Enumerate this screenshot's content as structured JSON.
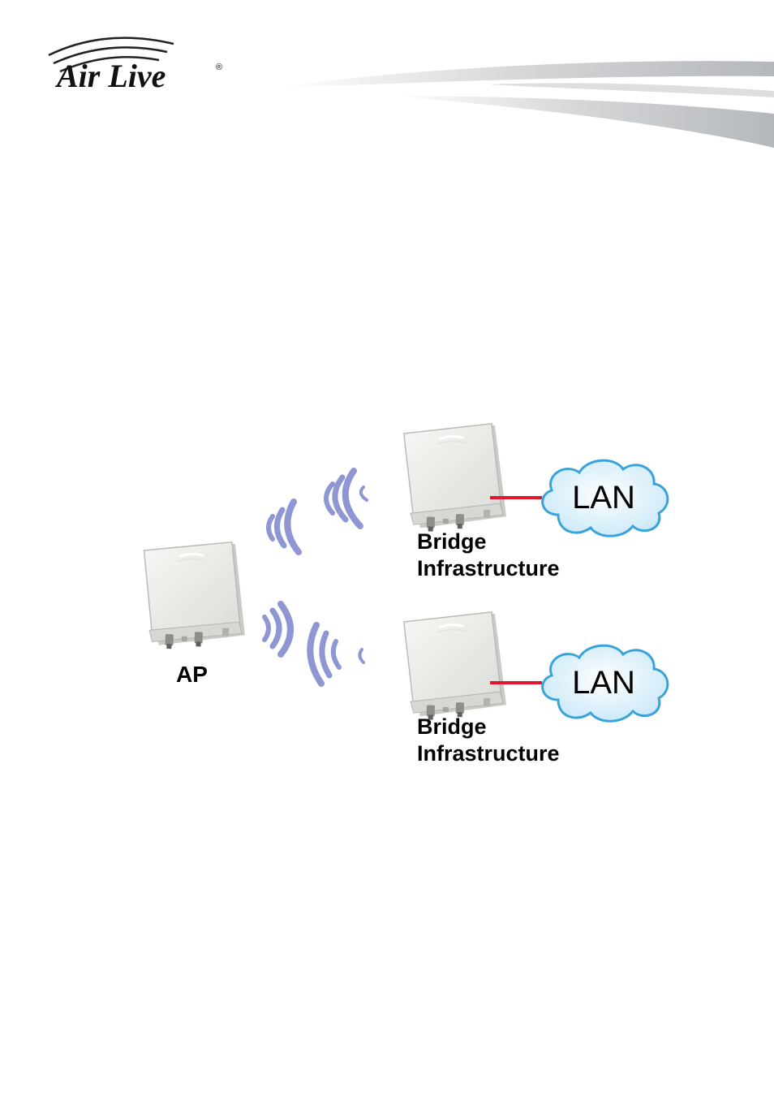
{
  "brand": {
    "logo_text": "Air Live",
    "registered_mark": "®"
  },
  "diagram": {
    "ap_label": "AP",
    "bridges": [
      {
        "line1": "Bridge",
        "line2": "Infrastructure",
        "network": "LAN"
      },
      {
        "line1": "Bridge",
        "line2": "Infrastructure",
        "network": "LAN"
      }
    ]
  },
  "colors": {
    "link_line": "#e0182d",
    "signal_wave": "#8e96d4",
    "cloud_fill": "#dcf0fb",
    "cloud_stroke": "#3aa3d9",
    "device_body": "#eceeea"
  }
}
